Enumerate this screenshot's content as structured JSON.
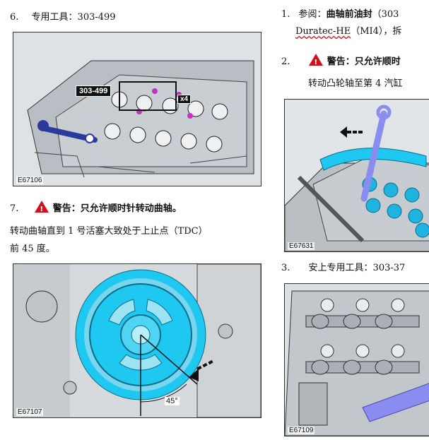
{
  "left": {
    "step6": {
      "num": "6.",
      "text": "专用工具：303-499"
    },
    "fig1": {
      "code": "E67106",
      "callout_tool": "303-499",
      "callout_count": "x4"
    },
    "step7": {
      "num": "7.",
      "warning": "警告：只允许顺时针转动曲轴。"
    },
    "step7_body": {
      "line1": "转动曲轴直到 1 号活塞大致处于上止点（TDC）",
      "line2": "前 45 度。"
    },
    "fig2": {
      "code": "E67107",
      "angle": "45°"
    }
  },
  "right": {
    "step1": {
      "num": "1.",
      "prefix": "参阅：",
      "bold": "曲轴前油封",
      "rest": "（303",
      "line2_term": "Duratec-HE",
      "line2_rest": "（MI4），拆"
    },
    "step2": {
      "num": "2.",
      "warning": "警告：只允许顺时"
    },
    "step2_body": "转动凸轮轴至第 4 汽缸",
    "fig3": {
      "code": "E67631"
    },
    "step3": {
      "num": "3.",
      "text": "安上专用工具：303-37"
    },
    "fig4": {
      "code": "E67109"
    }
  },
  "colors": {
    "warning_red": "#d0111b",
    "highlight_cyan": "#1fc8f0",
    "tool_blue": "#2a3a9a",
    "tool_lavender": "#8a8cf0",
    "figure_grey": "#d9dde0"
  }
}
